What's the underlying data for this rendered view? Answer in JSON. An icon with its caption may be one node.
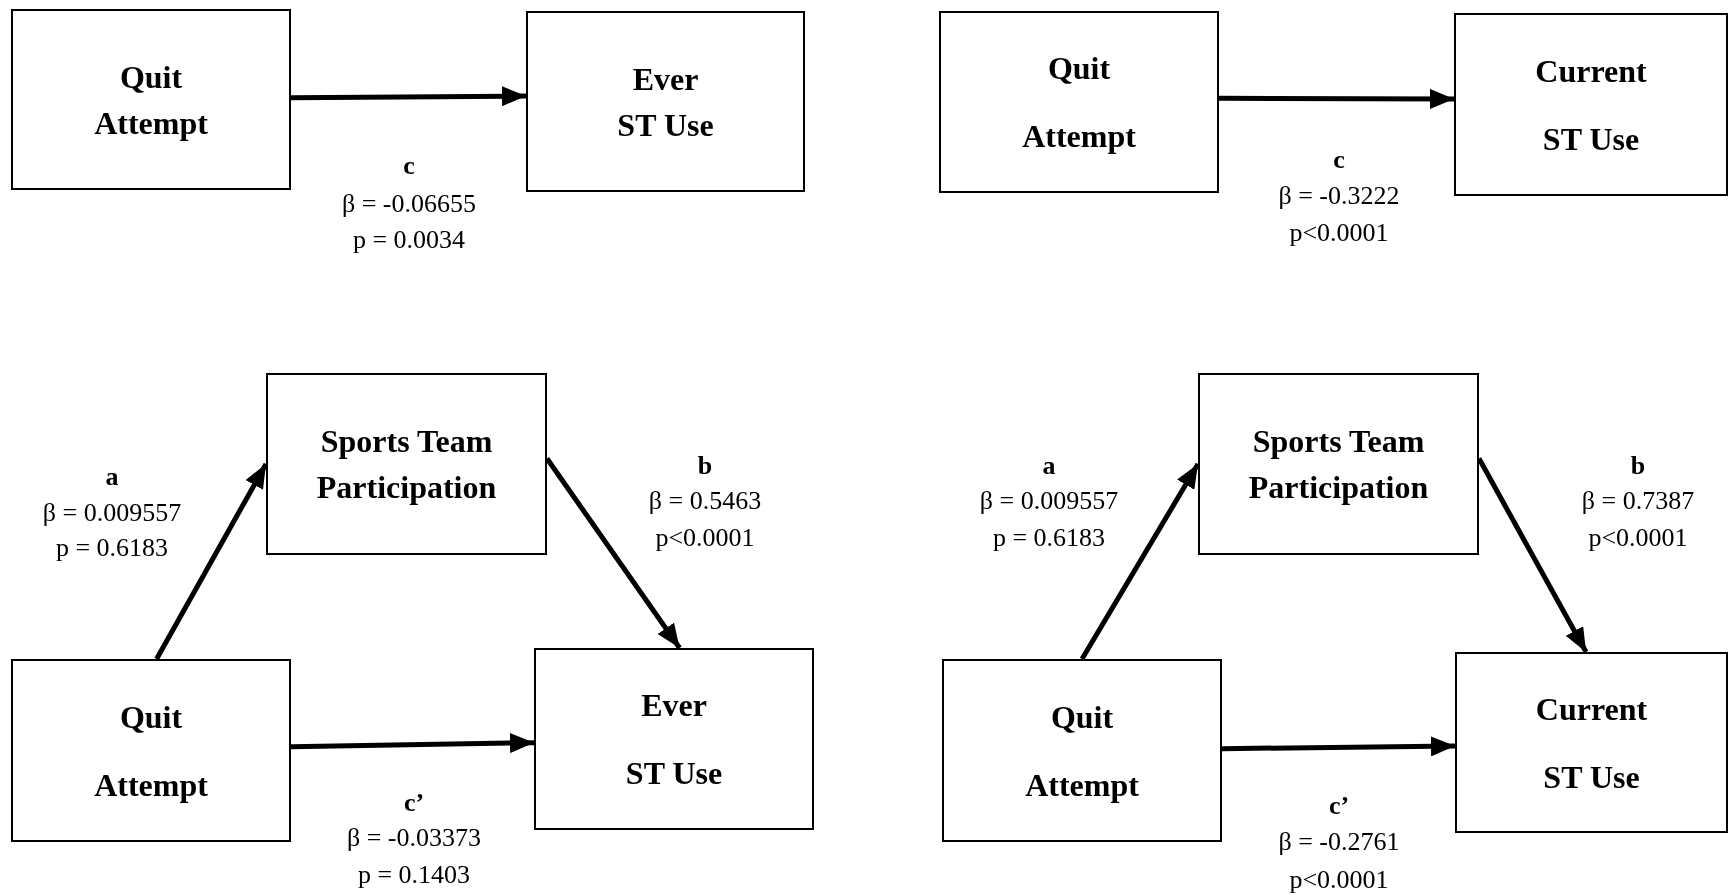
{
  "diagram": {
    "nodes": [
      {
        "text": [
          "Quit Attempt"
        ]
      },
      {
        "text": [
          "Ever ST Use"
        ]
      },
      {
        "text": [
          "Quit Attempt"
        ]
      },
      {
        "text": [
          "Current ST Use"
        ]
      },
      {
        "text": [
          "Sports Team Participation"
        ]
      },
      {
        "text": [
          "Quit Attempt"
        ]
      },
      {
        "text": [
          "Ever ST Use"
        ]
      },
      {
        "text": [
          "Sports Team Participation"
        ]
      },
      {
        "text": [
          "Quit Attempt"
        ]
      },
      {
        "text": [
          "Current ST Use"
        ]
      }
    ],
    "edges": [
      {
        "from": 0,
        "to": 1,
        "arrow": "to",
        "label": "c"
      },
      {
        "from": 2,
        "to": 3,
        "arrow": "to",
        "label": "c"
      },
      {
        "from": 5,
        "to": 4,
        "arrow": "to",
        "label": "a"
      },
      {
        "from": 4,
        "to": 6,
        "arrow": "to",
        "label": "b"
      },
      {
        "from": 5,
        "to": 6,
        "arrow": "to",
        "label": "c’"
      },
      {
        "from": 8,
        "to": 7,
        "arrow": "to",
        "label": "a"
      },
      {
        "from": 7,
        "to": 9,
        "arrow": "to",
        "label": "b"
      },
      {
        "from": 8,
        "to": 9,
        "arrow": "to",
        "label": "c’"
      }
    ],
    "labels": [
      "β = -0.06655",
      "p = 0.0034",
      "β = -0.3222",
      "p<0.0001",
      "β = 0.009557",
      "p = 0.6183",
      "β = 0.5463",
      "p<0.0001",
      "β = -0.03373",
      "p = 0.1403",
      "β = 0.009557",
      "p = 0.6183",
      "β = 0.7387",
      "p<0.0001",
      "β = -0.2761",
      "p<0.0001"
    ]
  }
}
